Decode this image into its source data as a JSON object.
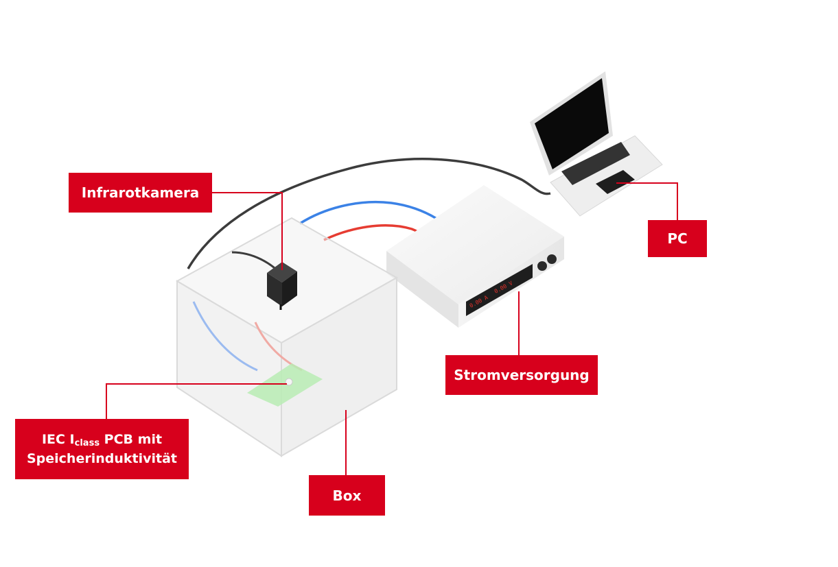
{
  "labels": {
    "camera": "Infrarotkamera",
    "pc": "PC",
    "power_supply": "Stromversorgung",
    "pcb": {
      "prefix": "IEC I",
      "subscript": "class",
      "suffix": " PCB mit",
      "line2": "Speicherinduktivität"
    },
    "box": "Box"
  },
  "display": {
    "current": "0.00 A",
    "voltage": "0.00 V"
  },
  "colors": {
    "label_background": "#d7001c",
    "label_text": "#ffffff",
    "cable_gray": "#3c3c3c",
    "cable_blue": "#3b82e6",
    "cable_red": "#e63c32",
    "display_digits": "#e0302a",
    "pcb_green": "#b9ecb4"
  },
  "icons": [
    "infrared-camera-icon",
    "laptop-icon",
    "power-supply-icon",
    "acrylic-box-icon",
    "pcb-board-icon"
  ]
}
